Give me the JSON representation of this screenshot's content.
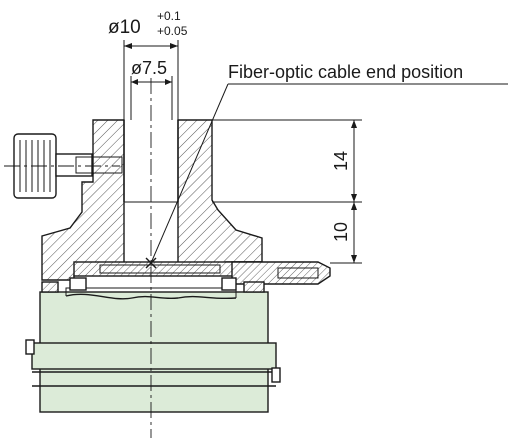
{
  "dimensions": {
    "outer_diameter": {
      "symbol": "ø",
      "value": "10",
      "tol_upper": "+0.1",
      "tol_lower": "+0.05"
    },
    "inner_diameter": {
      "label": "ø7.5"
    },
    "height_upper": "14",
    "height_lower": "10"
  },
  "callout": {
    "label": "Fiber-optic cable end position"
  },
  "colors": {
    "line": "#1a1a1a",
    "hatch": "#555555",
    "body_fill": "#dcebd8"
  }
}
